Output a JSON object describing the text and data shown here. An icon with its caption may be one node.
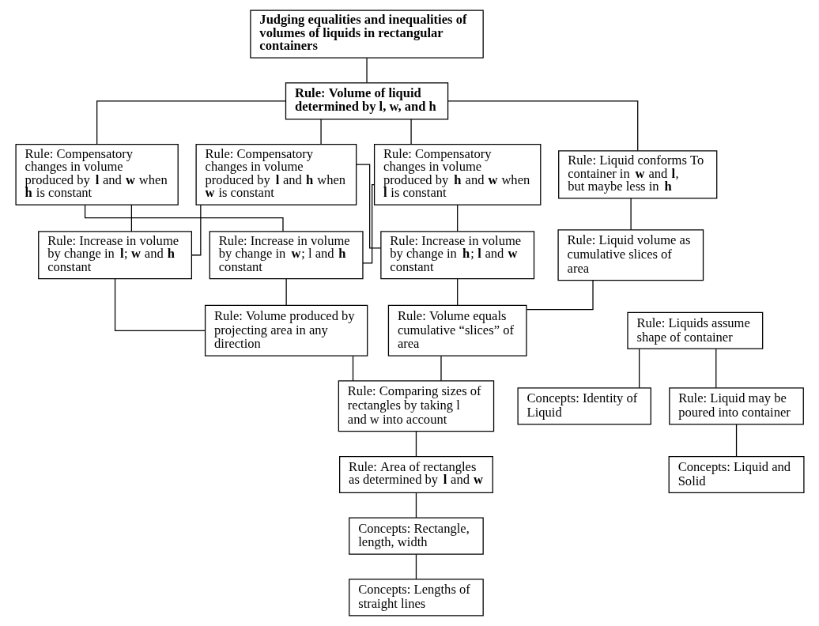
{
  "diagram": {
    "nodes": [
      {
        "text": [
          "Judging equalities and inequalities of volumes of liquids in rectangular containers"
        ]
      },
      {
        "text": [
          "Rule: Volume of liquid determined by l, w, and h"
        ]
      },
      {
        "text": [
          "Rule: Compensatory changes in volume produced by **l** and **w** when **h** is constant"
        ]
      },
      {
        "text": [
          "Rule: Compensatory changes in volume produced by **l** and **h** when **w** is constant"
        ]
      },
      {
        "text": [
          "Rule: Compensatory changes in volume produced by **h** and **w** when **l** is constant"
        ]
      },
      {
        "text": [
          "Rule: Liquid conforms To container in **w** and **l**, but maybe less in **h**"
        ]
      },
      {
        "text": [
          "Rule: Increase in volume by change in **l**; **w** and **h** constant"
        ]
      },
      {
        "text": [
          "Rule: Increase in volume by change in **w**; l and **h** constant"
        ]
      },
      {
        "text": [
          "Rule: Increase in volume by change in **h**; **l** and **w** constant"
        ]
      },
      {
        "text": [
          "Rule: Liquid volume as cumulative slices of area"
        ]
      },
      {
        "text": [
          "Rule: Volume produced by projecting area in any direction"
        ]
      },
      {
        "text": [
          "Rule: Volume equals cumulative “slices” of area"
        ]
      },
      {
        "text": [
          "Rule: Liquids assume shape of container"
        ]
      },
      {
        "text": [
          "Rule: Comparing sizes of rectangles by taking l and w into account"
        ]
      },
      {
        "text": [
          "Concepts: Identity of Liquid"
        ]
      },
      {
        "text": [
          "Rule: Liquid may be poured into container"
        ]
      },
      {
        "text": [
          "Rule: Area of rectangles as determined by **l** and **w**"
        ]
      },
      {
        "text": [
          "Concepts: Liquid and Solid"
        ]
      },
      {
        "text": [
          "Concepts: Rectangle, length, width"
        ]
      },
      {
        "text": [
          "Concepts: Lengths of straight lines"
        ]
      }
    ],
    "edges": [
      {
        "from": 0,
        "to": 1,
        "arrow": "none"
      },
      {
        "from": 1,
        "to": 2,
        "arrow": "none"
      },
      {
        "from": 1,
        "to": 3,
        "arrow": "none"
      },
      {
        "from": 1,
        "to": 4,
        "arrow": "none"
      },
      {
        "from": 1,
        "to": 5,
        "arrow": "none"
      },
      {
        "from": 2,
        "to": 6,
        "arrow": "none"
      },
      {
        "from": 2,
        "to": 7,
        "arrow": "none"
      },
      {
        "from": 3,
        "to": 6,
        "arrow": "none"
      },
      {
        "from": 3,
        "to": 8,
        "arrow": "none"
      },
      {
        "from": 4,
        "to": 7,
        "arrow": "none"
      },
      {
        "from": 4,
        "to": 8,
        "arrow": "none"
      },
      {
        "from": 5,
        "to": 9,
        "arrow": "none"
      },
      {
        "from": 6,
        "to": 10,
        "arrow": "none"
      },
      {
        "from": 7,
        "to": 10,
        "arrow": "none"
      },
      {
        "from": 8,
        "to": 11,
        "arrow": "none"
      },
      {
        "from": 9,
        "to": 11,
        "arrow": "none"
      },
      {
        "from": 10,
        "to": 13,
        "arrow": "none"
      },
      {
        "from": 11,
        "to": 13,
        "arrow": "none"
      },
      {
        "from": 12,
        "to": 14,
        "arrow": "none"
      },
      {
        "from": 12,
        "to": 15,
        "arrow": "none"
      },
      {
        "from": 15,
        "to": 17,
        "arrow": "none"
      },
      {
        "from": 13,
        "to": 16,
        "arrow": "none"
      },
      {
        "from": 16,
        "to": 18,
        "arrow": "none"
      },
      {
        "from": 18,
        "to": 19,
        "arrow": "none"
      }
    ]
  }
}
